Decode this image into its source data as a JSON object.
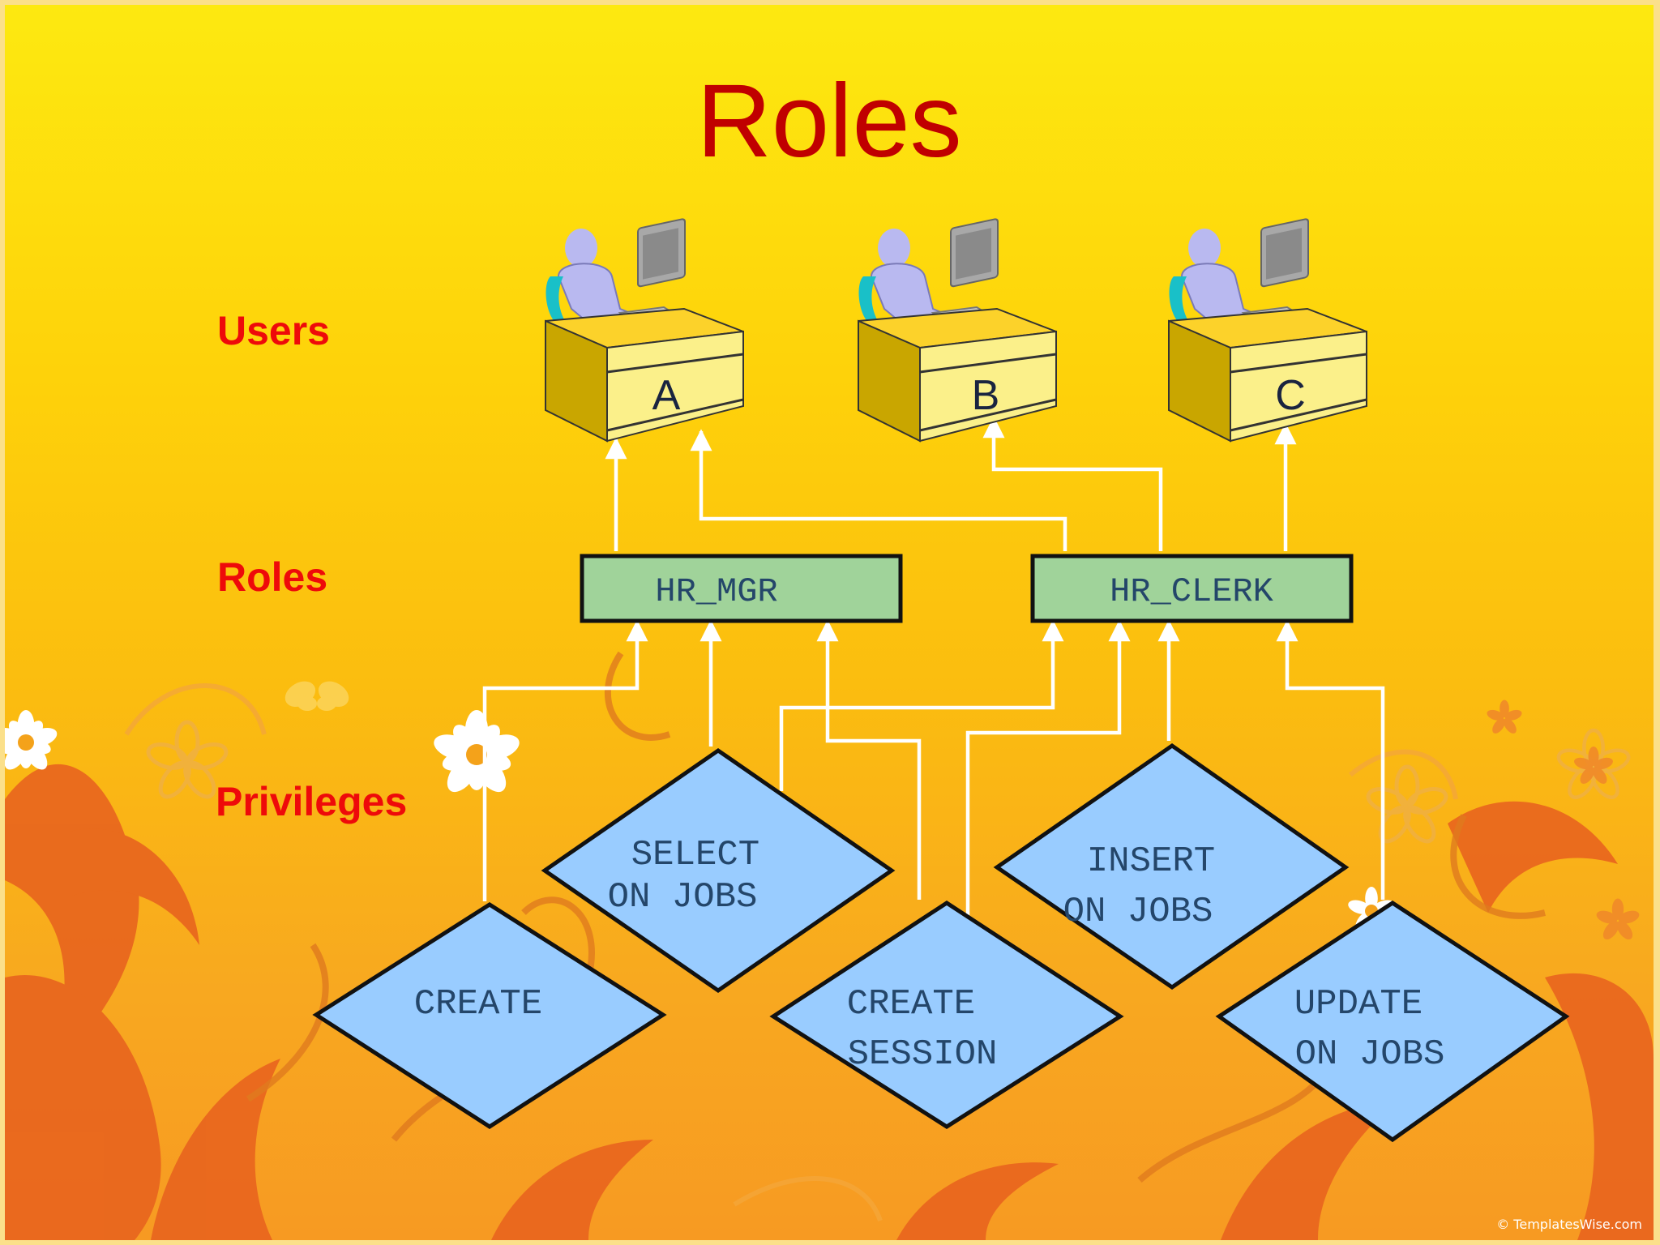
{
  "title": "Roles",
  "labels": {
    "users": "Users",
    "roles": "Roles",
    "privileges": "Privileges"
  },
  "users": [
    {
      "id": "a",
      "label": "A"
    },
    {
      "id": "b",
      "label": "B"
    },
    {
      "id": "c",
      "label": "C"
    }
  ],
  "roles": [
    {
      "id": "hr-mgr",
      "label": "HR_MGR"
    },
    {
      "id": "hr-clerk",
      "label": "HR_CLERK"
    }
  ],
  "privileges": [
    {
      "id": "create",
      "lines": [
        "CREATE"
      ]
    },
    {
      "id": "select-on-jobs",
      "lines": [
        "SELECT",
        "ON JOBS"
      ]
    },
    {
      "id": "create-session",
      "lines": [
        "CREATE",
        "SESSION"
      ]
    },
    {
      "id": "insert-on-jobs",
      "lines": [
        "INSERT",
        "ON JOBS"
      ]
    },
    {
      "id": "update-on-jobs",
      "lines": [
        "UPDATE",
        "ON JOBS"
      ]
    }
  ],
  "credit": "© TemplatesWise.com",
  "colors": {
    "title": "#c00000",
    "row_label": "#ee0a0a",
    "role_box": "#a0d39a",
    "privilege_diamond": "#99ccff",
    "connector": "#ffffff",
    "desk_face": "#fbf08a",
    "desk_side": "#c9a600",
    "person": "#b9b9f0"
  }
}
